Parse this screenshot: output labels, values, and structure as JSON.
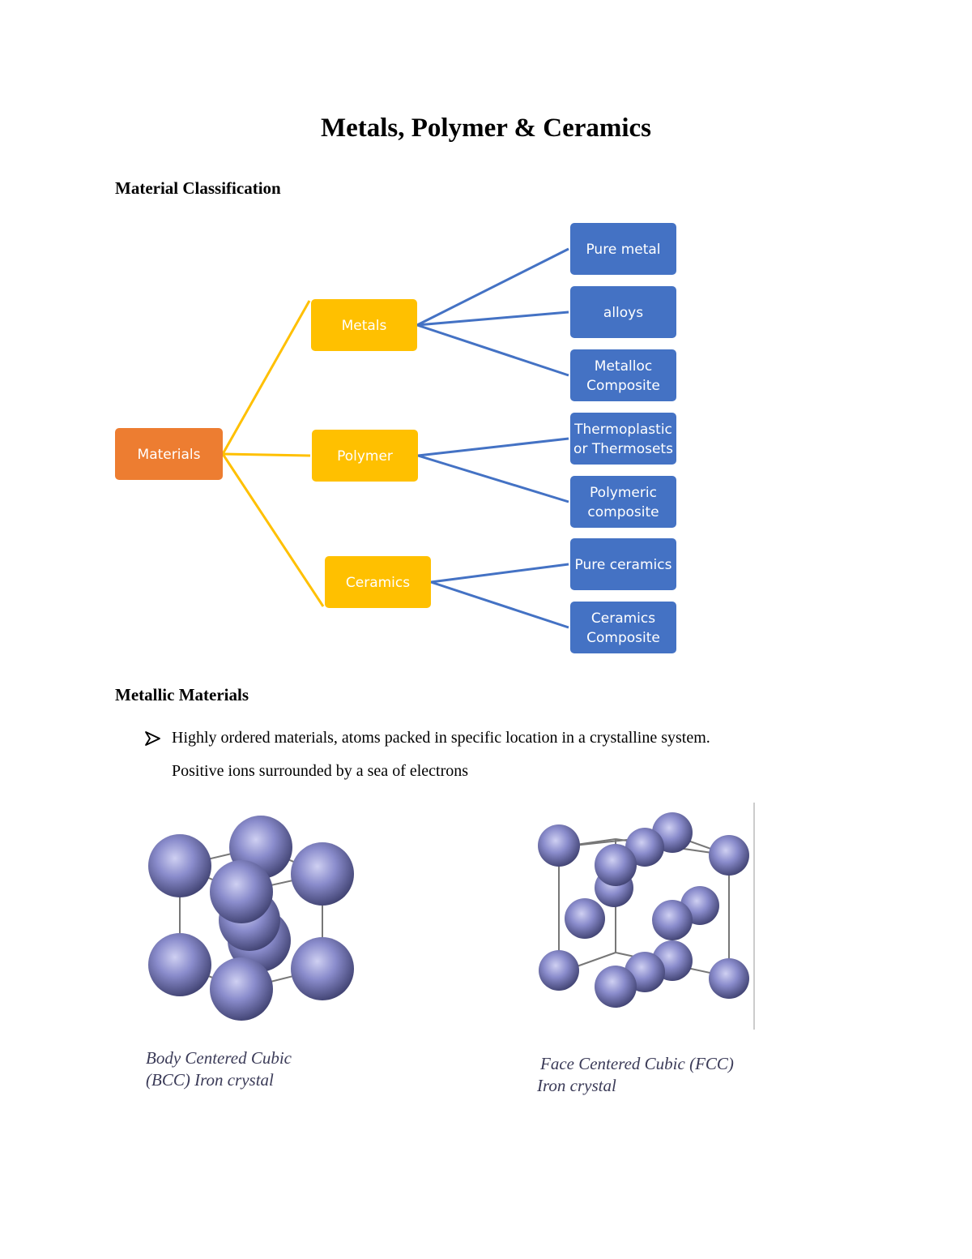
{
  "title": "Metals, Polymer & Ceramics",
  "section1": {
    "heading": "Material Classification"
  },
  "diagram": {
    "root": {
      "label": "Materials",
      "color": "#ED7D31"
    },
    "categories": [
      {
        "label": "Metals",
        "children": [
          "Pure metal",
          "alloys",
          "Metalloc|Composite"
        ]
      },
      {
        "label": "Polymer",
        "children": [
          "Thermoplastic|or Thermosets",
          "Polymeric|composite"
        ]
      },
      {
        "label": "Ceramics",
        "children": [
          "Pure ceramics",
          "Ceramics|Composite"
        ]
      }
    ],
    "category_color": "#FFC000",
    "leaf_color": "#4472C4",
    "line_colors": {
      "category": "#FFC000",
      "leaf": "#4472C4"
    }
  },
  "section2": {
    "heading": "Metallic Materials",
    "bullet_line1": "Highly ordered materials, atoms packed in specific location in a crystalline system.",
    "bullet_line2": "Positive ions surrounded by a sea of electrons"
  },
  "figures": {
    "bcc_caption_line1": "Body Centered Cubic",
    "bcc_caption_line2": "(BCC) Iron crystal",
    "fcc_caption_line1": "Face Centered Cubic (FCC)",
    "fcc_caption_line2": "Iron crystal",
    "atom_color": "#8a8ccc"
  }
}
